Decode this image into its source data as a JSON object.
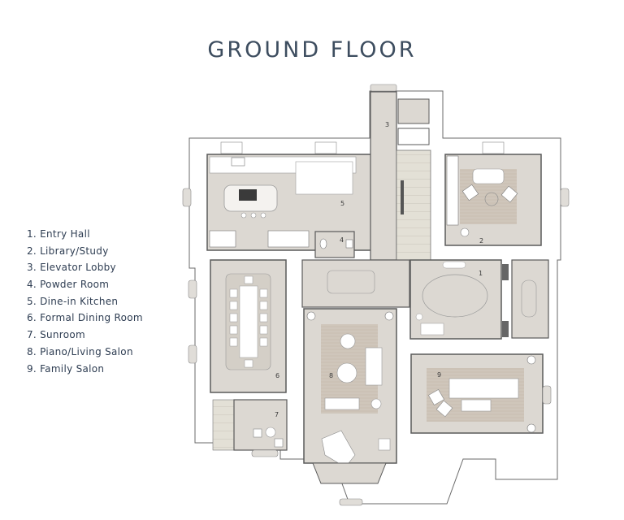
{
  "title": "GROUND FLOOR",
  "legend": [
    {
      "num": "1.",
      "label": "Entry Hall"
    },
    {
      "num": "2.",
      "label": "Library/Study"
    },
    {
      "num": "3.",
      "label": "Elevator Lobby"
    },
    {
      "num": "4.",
      "label": "Powder Room"
    },
    {
      "num": "5.",
      "label": "Dine-in Kitchen"
    },
    {
      "num": "6.",
      "label": "Formal Dining Room"
    },
    {
      "num": "7.",
      "label": "Sunroom"
    },
    {
      "num": "8.",
      "label": "Piano/Living Salon"
    },
    {
      "num": "9.",
      "label": "Family Salon"
    }
  ],
  "room_labels": {
    "r1": "1",
    "r2": "2",
    "r3": "3",
    "r4": "4",
    "r5": "5",
    "r6": "6",
    "r7": "7",
    "r8": "8",
    "r9": "9"
  },
  "colors": {
    "title": "#3d4d5f",
    "legend_text": "#2e3d52",
    "floor": "#dcd8d2",
    "rug": "#cfc6bb",
    "wall": "#5a5a5a",
    "furniture": "#ffffff"
  }
}
